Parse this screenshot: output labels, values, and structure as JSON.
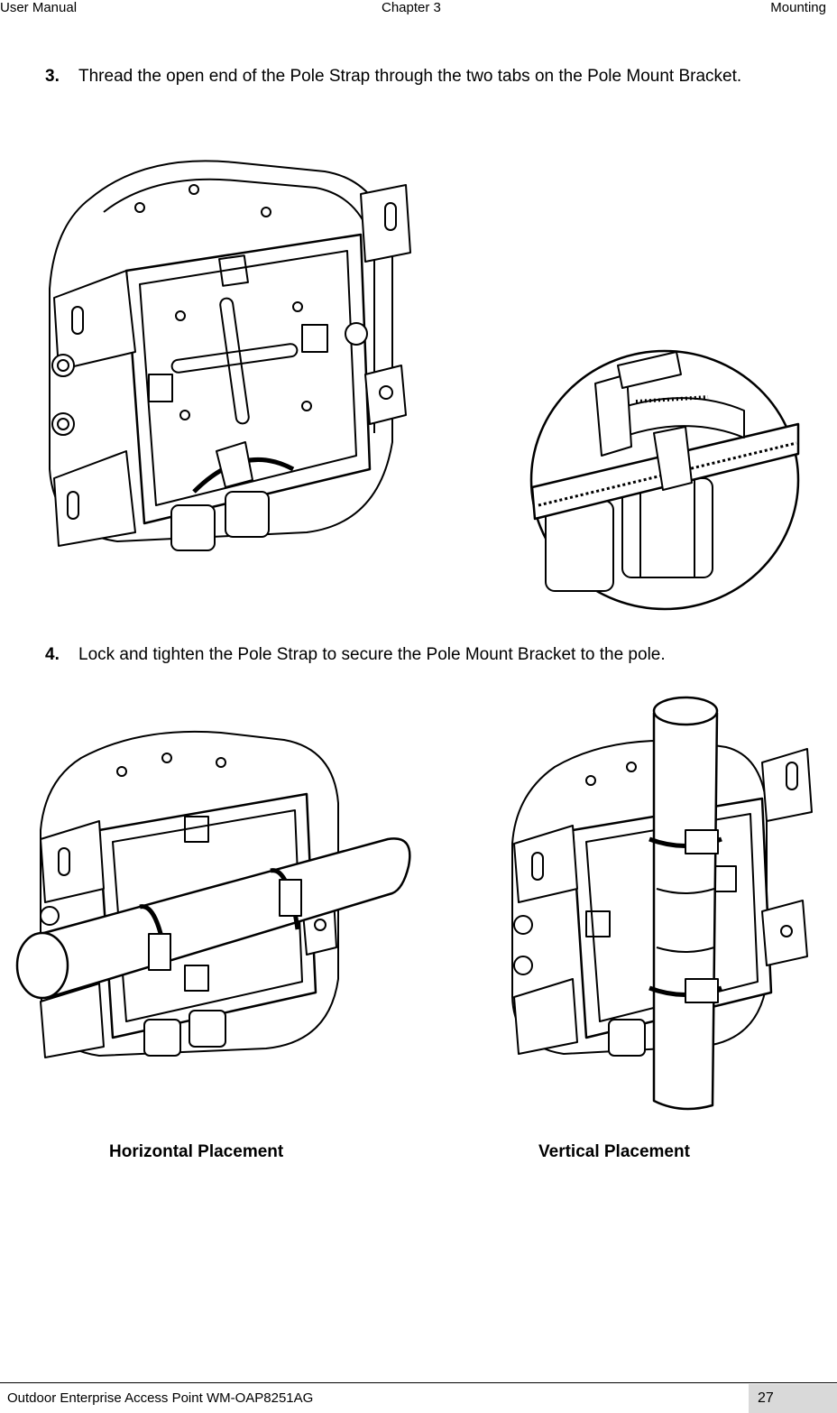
{
  "header": {
    "left": "User Manual",
    "center": "Chapter 3",
    "right": "Mounting"
  },
  "steps": [
    {
      "number": "3.",
      "text": "Thread the open end of the Pole Strap through the two tabs on the Pole Mount Bracket."
    },
    {
      "number": "4.",
      "text": "Lock and tighten the Pole Strap to secure the Pole Mount Bracket to the pole."
    }
  ],
  "captions": {
    "horizontal": "Horizontal Placement",
    "vertical": "Vertical Placement"
  },
  "footer": {
    "title": "Outdoor Enterprise Access Point WM-OAP8251AG",
    "page": "27"
  }
}
